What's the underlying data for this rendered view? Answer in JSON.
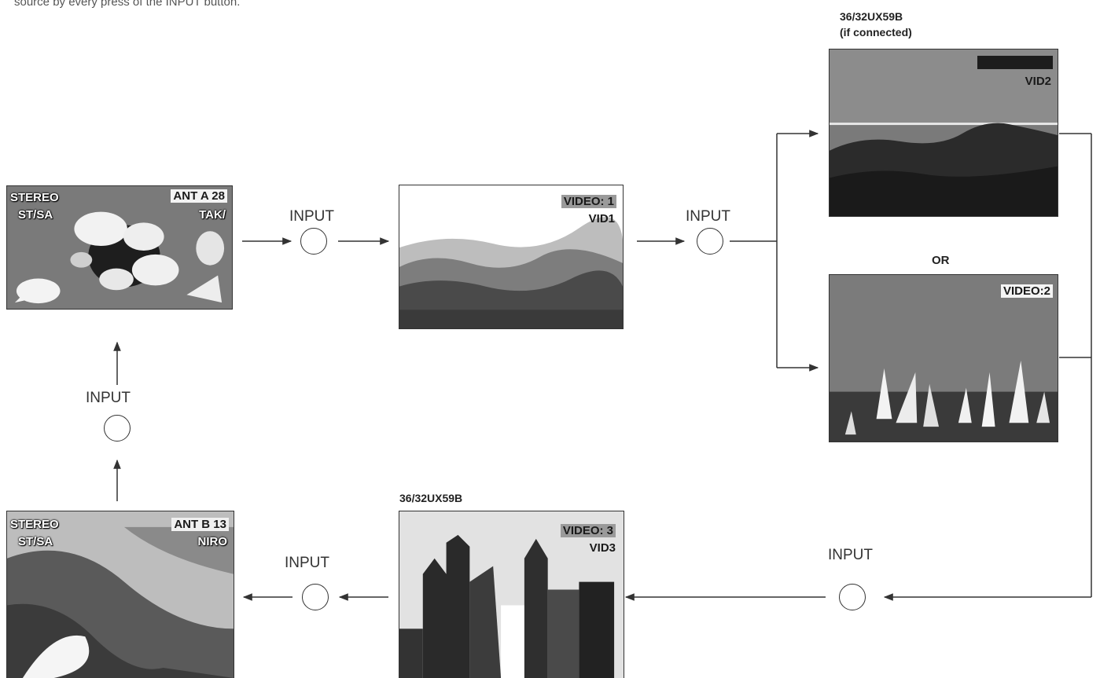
{
  "intro_text": "source by every press of the INPUT button.",
  "button_label": "INPUT",
  "or_label": "OR",
  "screens": {
    "tv_a": {
      "stereo": "STEREO",
      "st_sa": "ST/SA",
      "channel": "ANT A 28",
      "station": "TAK/"
    },
    "video1": {
      "source": "VIDEO: 1",
      "label": "VID1"
    },
    "video2_connected": {
      "caption_model": "36/32UX59B",
      "caption_note": "(if connected)",
      "source": "",
      "label": "VID2"
    },
    "video2": {
      "source": "VIDEO:2"
    },
    "video3": {
      "caption_model": "36/32UX59B",
      "source": "VIDEO: 3",
      "label": "VID3"
    },
    "tv_b": {
      "stereo": "STEREO",
      "st_sa": "ST/SA",
      "channel": "ANT B 13",
      "station": "NIRO"
    }
  },
  "colors": {
    "line": "#333333",
    "osd_highlight": "#9a9a9a"
  }
}
